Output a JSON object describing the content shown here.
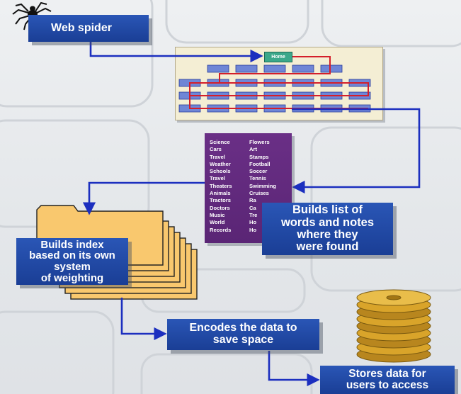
{
  "diagram": {
    "steps": {
      "spider": "Web spider",
      "builds_list": [
        "Builds list of",
        "words and notes",
        "where they",
        "were found"
      ],
      "builds_index": [
        "Builds index",
        "based on its own",
        "system",
        "of weighting"
      ],
      "encode": [
        "Encodes the data to",
        "save space"
      ],
      "store": [
        "Stores data for",
        "users to access"
      ]
    },
    "sitemap_home": "Home",
    "words_col1": [
      "Science",
      "Cars",
      "Travel",
      "Weather",
      "Schools",
      "Travel",
      "Theaters",
      "Animals",
      "Tractors",
      "Doctors",
      "Music",
      "World",
      "Records"
    ],
    "words_col2": [
      "Flowers",
      "Art",
      "Stamps",
      "Football",
      "Soccer",
      "Tennis",
      "Swimming",
      "Cruises",
      "Ra",
      "Ca",
      "Tre",
      "Ho",
      "Ho"
    ],
    "colors": {
      "box_blue": "#1f48a6",
      "connector_blue": "#1c2fbf",
      "word_panel_purple": "#5e2878",
      "folder_yellow": "#f9c86e",
      "sitemap_link_red": "#d41e2a",
      "disk_gold": "#d9a42a"
    },
    "icons": [
      "spider-icon",
      "sitemap-icon",
      "folder-stack-icon",
      "disk-stack-icon"
    ]
  }
}
